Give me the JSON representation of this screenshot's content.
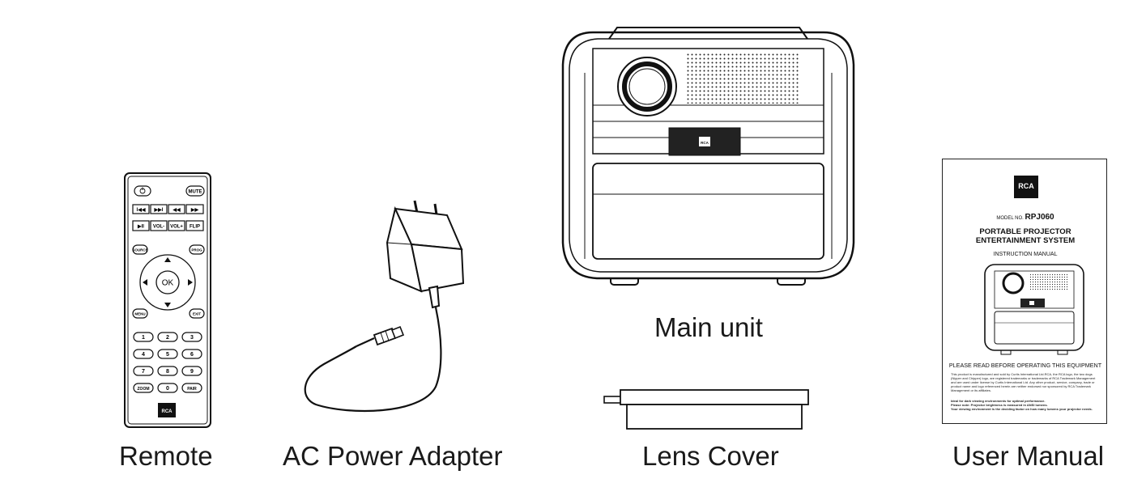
{
  "captions": {
    "remote": "Remote",
    "adapter": "AC Power Adapter",
    "main_unit": "Main unit",
    "lens_cover": "Lens Cover",
    "manual": "User Manual"
  },
  "remote_buttons": {
    "mute": "MUTE",
    "prev": "I◀◀",
    "next": "▶▶I",
    "rew": "◀◀",
    "ff": "▶▶",
    "play": "▶II",
    "vol_minus": "VOL-",
    "vol_plus": "VOL+",
    "flip": "FLIP",
    "source": "SOURCE",
    "prog": "PROG",
    "ok": "OK",
    "menu": "MENU",
    "exit": "EXIT",
    "n1": "1",
    "n2": "2",
    "n3": "3",
    "n4": "4",
    "n5": "5",
    "n6": "6",
    "n7": "7",
    "n8": "8",
    "n9": "9",
    "zoom": "ZOOM",
    "n0": "0",
    "pair": "PAIR",
    "logo": "RCA"
  },
  "manual": {
    "logo": "RCA",
    "model_label": "MODEL NO.",
    "model": "RPJ060",
    "title_line1": "PORTABLE PROJECTOR",
    "title_line2": "ENTERTAINMENT SYSTEM",
    "subtitle": "INSTRUCTION MANUAL",
    "warning": "PLEASE READ BEFORE OPERATING THIS EQUIPMENT",
    "fine_print": "This product is manufactured and sold by Curtis International Ltd.RCA, the RCA logo, the two dogs (Nipper and Chipper) logo, are registered trademarks or trademarks of RCA Trademark Management and are used under license by Curtis International Ltd. Any other product, service, company, trade or product name and logo referenced herein are neither endorsed nor sponsored by RCA Trademark Management or its affiliates.",
    "note1": "Ideal for dark viewing environments for optimal performance.",
    "note2": "Please note: Projector brightness is measured in ANSI lumens.",
    "note3": "Your viewing environment is the deciding factor on how many lumens your projector needs."
  },
  "unit_logo": "RCA"
}
